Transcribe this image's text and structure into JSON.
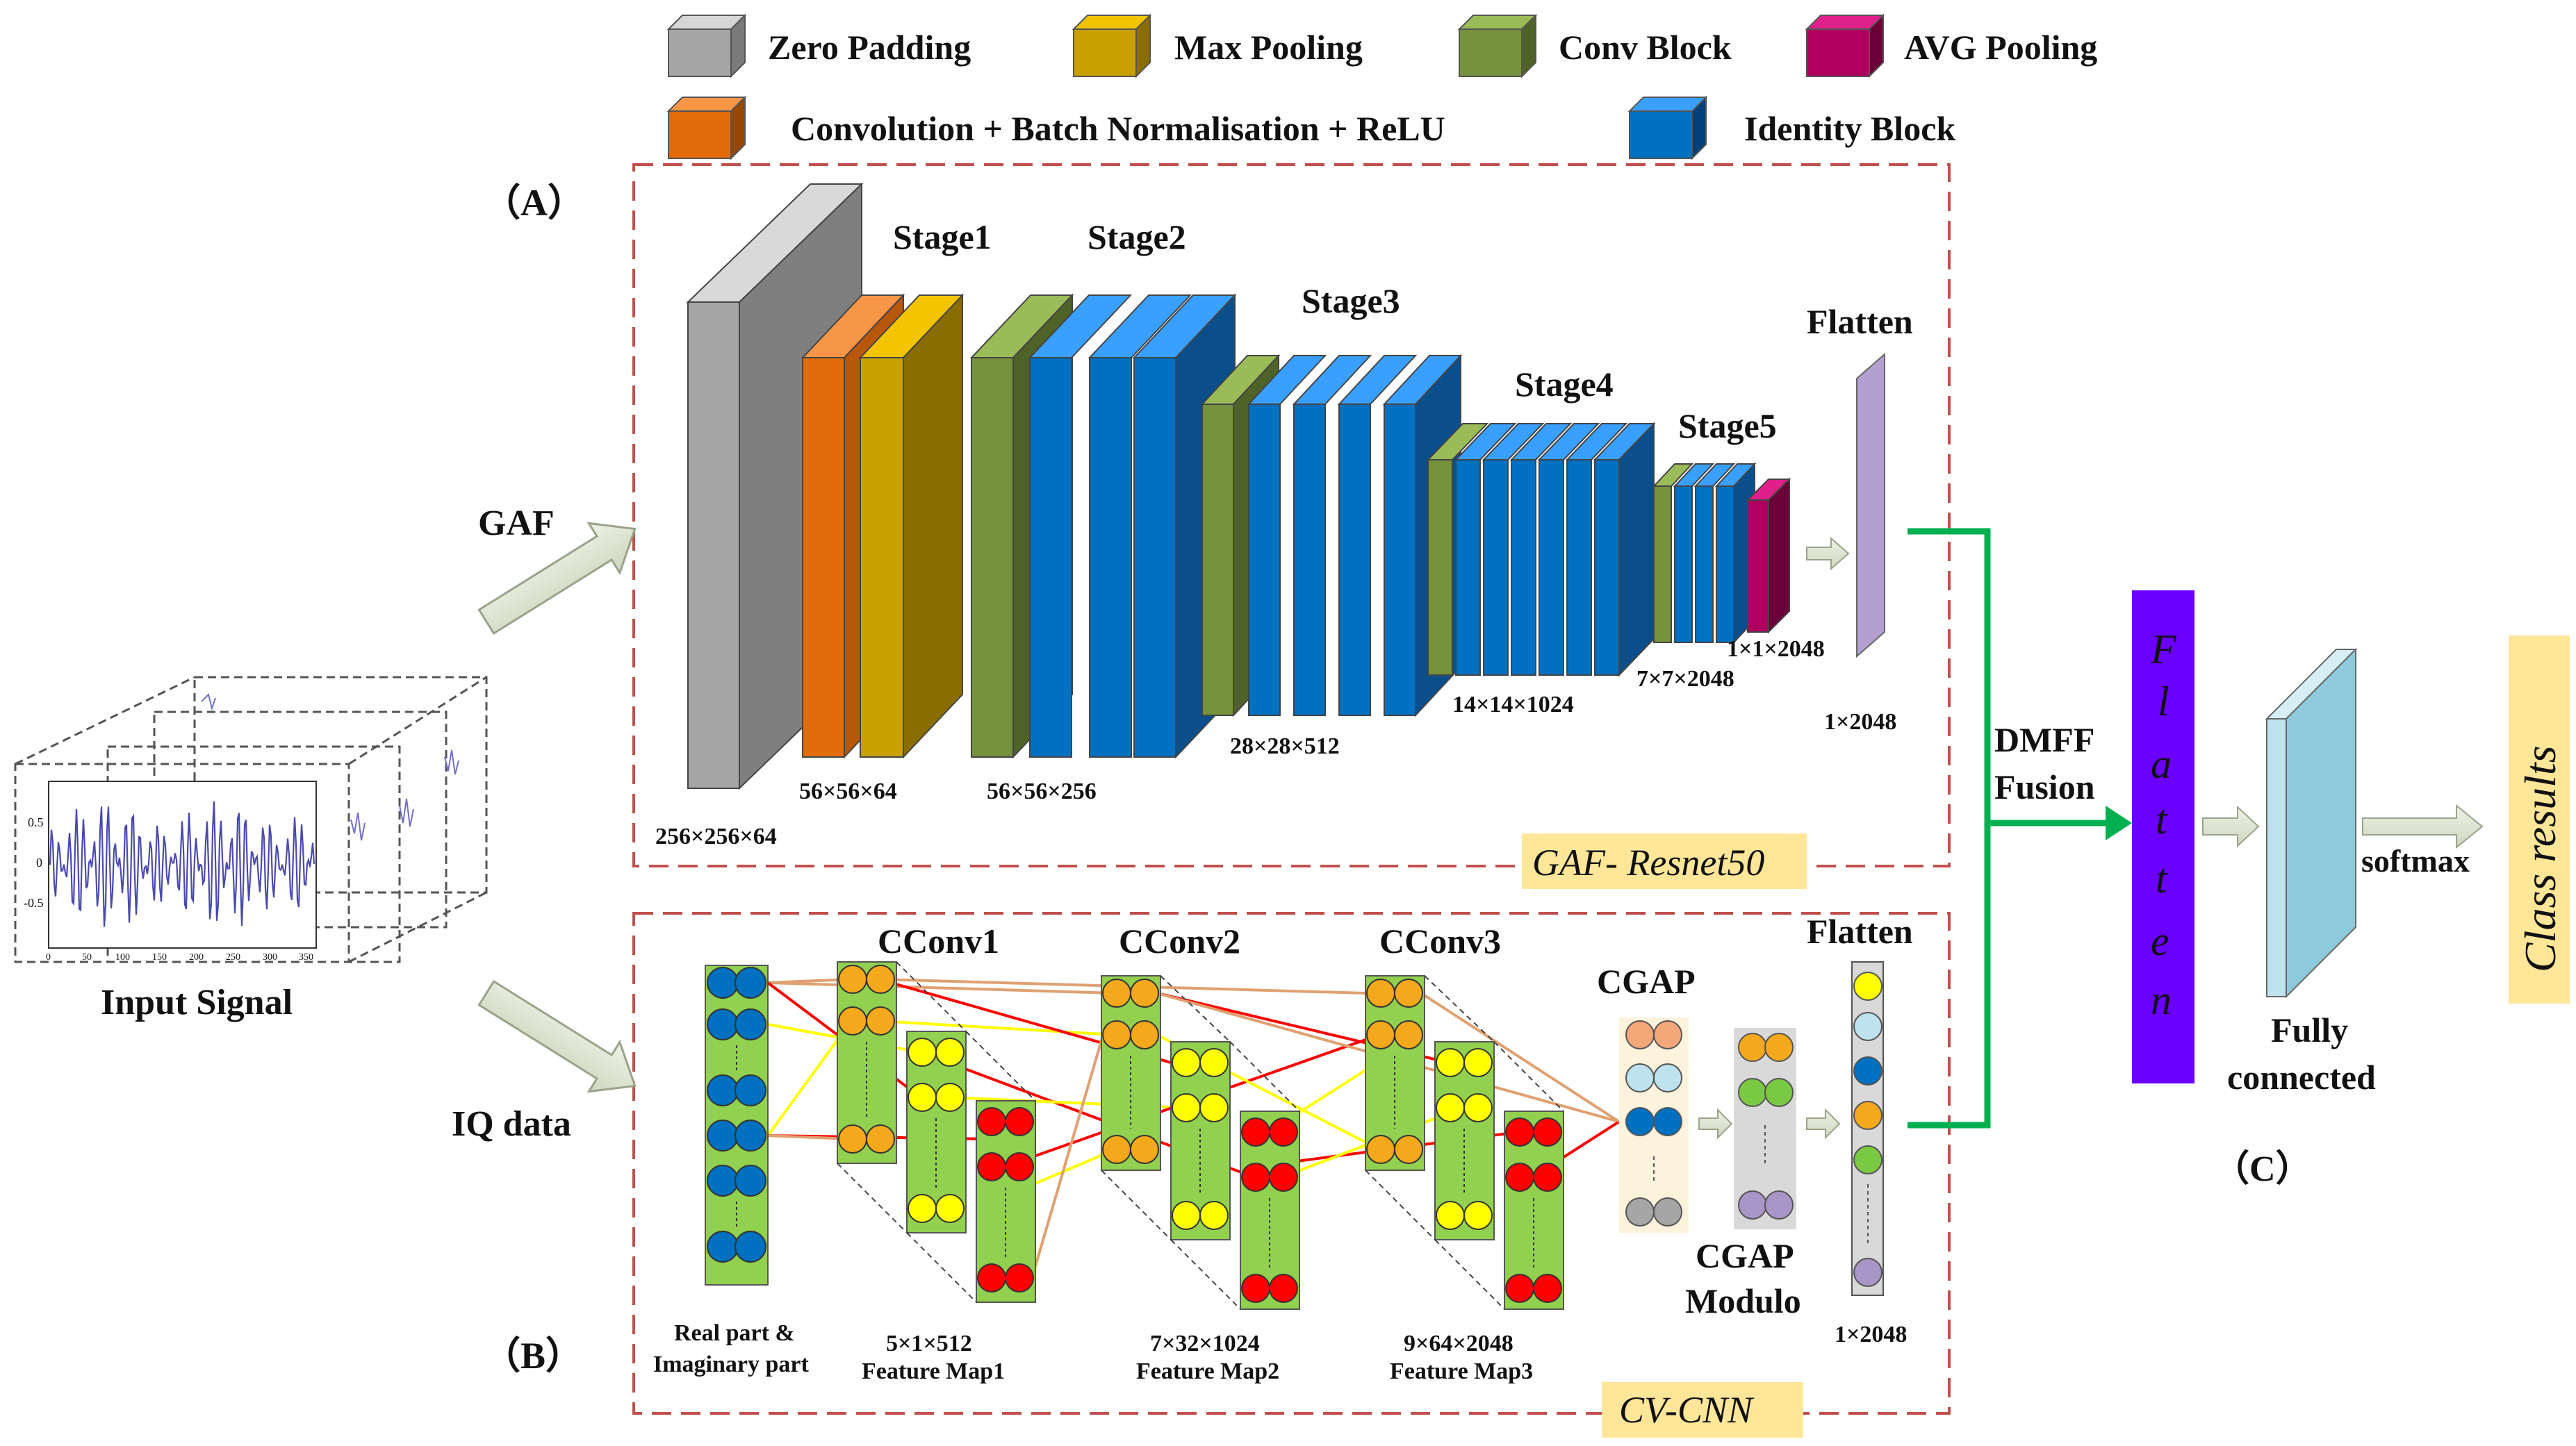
{
  "legend": {
    "zero_padding": "Zero Padding",
    "max_pooling": "Max Pooling",
    "conv_block": "Conv Block",
    "avg_pooling": "AVG Pooling",
    "conv_bn_relu": "Convolution + Batch Normalisation + ReLU",
    "identity_block": "Identity Block"
  },
  "colors": {
    "zero_padding": "#9e9e9e",
    "max_pooling": "#c8a000",
    "conv_block": "#76923c",
    "avg_pooling": "#b0005e",
    "conv_bn_relu": "#e36c0a",
    "identity_block": "#0070c0",
    "flatten": "#a58cc4",
    "fusion_arrow": "#00b050",
    "flatten_c": "#6a00ff",
    "fully_connected": "#9dd5e6",
    "label_box": "#ffe699",
    "dashed_border": "#c0504d"
  },
  "panel_a": {
    "label": "（A）",
    "input_label": "GAF",
    "stages": [
      "Stage1",
      "Stage2",
      "Stage3",
      "Stage4",
      "Stage5"
    ],
    "flatten_label": "Flatten",
    "dims": [
      "256×256×64",
      "56×56×64",
      "56×56×256",
      "28×28×512",
      "14×14×1024",
      "7×7×2048",
      "1×1×2048",
      "1×2048"
    ],
    "model_name": "GAF- Resnet50"
  },
  "panel_b": {
    "label": "（B）",
    "input_label": "IQ data",
    "layers": [
      "CConv1",
      "CConv2",
      "CConv3"
    ],
    "cgap": "CGAP",
    "cgap_modulo_1": "CGAP",
    "cgap_modulo_2": "Modulo",
    "flatten_label": "Flatten",
    "real_imag_1": "Real part &",
    "real_imag_2": "Imaginary part",
    "fm1_dim": "5×1×512",
    "fm1": "Feature Map1",
    "fm2_dim": "7×32×1024",
    "fm2": "Feature Map2",
    "fm3_dim": "9×64×2048",
    "fm3": "Feature Map3",
    "flatten_dim": "1×2048",
    "model_name": "CV-CNN"
  },
  "panel_c": {
    "label": "（C）",
    "fusion_1": "DMFF",
    "fusion_2": "Fusion",
    "flatten_letters": [
      "F",
      "l",
      "a",
      "t",
      "t",
      "e",
      "n"
    ],
    "fc_1": "Fully",
    "fc_2": "connected",
    "softmax": "softmax",
    "result": "Class results"
  },
  "input_signal": {
    "label": "Input Signal",
    "y_ticks": [
      "0.5",
      "0",
      "-0.5"
    ],
    "x_ticks": [
      "0",
      "50",
      "100",
      "150",
      "200",
      "250",
      "300",
      "350"
    ]
  }
}
